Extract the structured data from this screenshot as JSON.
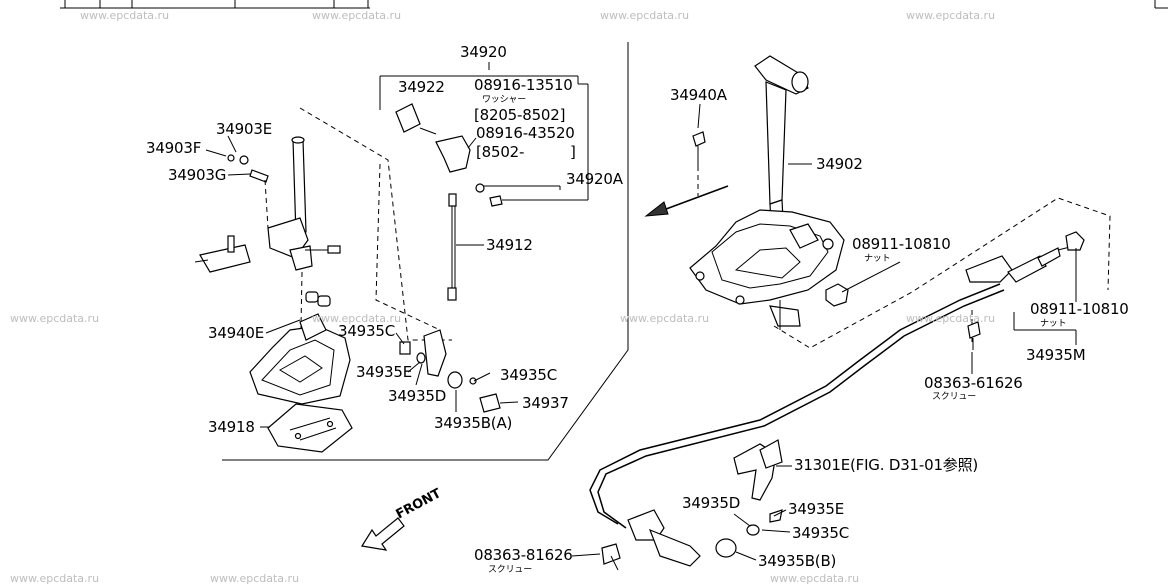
{
  "watermark": "www.epcdata.ru",
  "labels": {
    "p34920": "34920",
    "p08916_13510": "08916-13510",
    "washer_jp": "ワッシャー",
    "range_8205_8502": "[8205-8502]",
    "p08916_43520": "08916-43520",
    "range_8502": "[8502-",
    "range_8502_close": "]",
    "p34920A": "34920A",
    "p34922": "34922",
    "p34903E": "34903E",
    "p34903F": "34903F",
    "p34903G": "34903G",
    "p34912": "34912",
    "p34940E": "34940E",
    "p34935C_a": "34935C",
    "p34935E_a": "34935E",
    "p34935D_a": "34935D",
    "p34935C_b": "34935C",
    "p34937": "34937",
    "p34935B_A": "34935B(A)",
    "p34918": "34918",
    "p34940A": "34940A",
    "p34902": "34902",
    "p08911_10810_a": "08911-10810",
    "nut_jp_a": "ナット",
    "p08911_10810_b": "08911-10810",
    "nut_jp_b": "ナット",
    "p34935M": "34935M",
    "p08363_61626": "08363-61626",
    "screw_jp_a": "スクリュー",
    "p31301E": "31301E(FIG. D31-01参照)",
    "p34935D_b": "34935D",
    "p34935E_b": "34935E",
    "p34935C_c": "34935C",
    "p08363_81626": "08363-81626",
    "screw_jp_b": "スクリュー",
    "p34935B_B": "34935B(B)",
    "front": "FRONT"
  }
}
